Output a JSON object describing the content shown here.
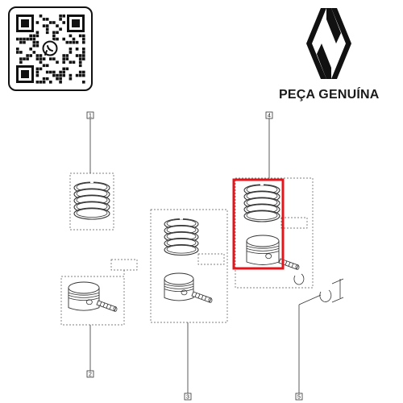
{
  "brand": {
    "tagline": "PEÇA GENUÍNA",
    "logo_icon": "renault-diamond-icon",
    "qr_icon": "whatsapp-qr-icon",
    "accent_color": "#e3161c",
    "ink_color": "#1a1a1a"
  },
  "diagram": {
    "callouts": [
      {
        "id": "1"
      },
      {
        "id": "2"
      },
      {
        "id": "3"
      },
      {
        "id": "4"
      },
      {
        "id": "5"
      }
    ],
    "highlight": {
      "color": "#e3161c",
      "target_callout": "4"
    }
  }
}
